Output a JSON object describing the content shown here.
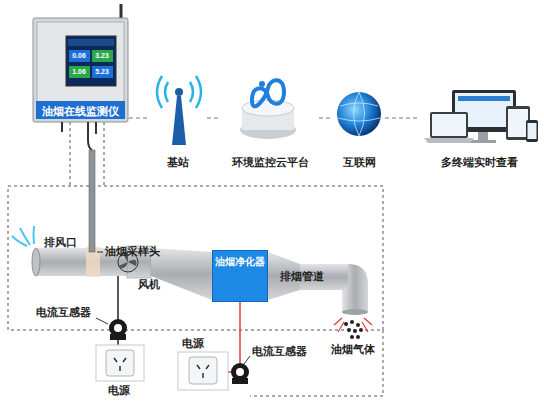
{
  "diagram": {
    "nodes": [
      {
        "text": [
          "油烟在线监测仪"
        ]
      },
      {
        "text": [
          "基站"
        ]
      },
      {
        "text": [
          "环境监控云平台"
        ]
      },
      {
        "text": [
          "互联网"
        ]
      },
      {
        "text": [
          "多终端实时查看"
        ]
      },
      {
        "text": [
          "油烟净化器"
        ]
      }
    ],
    "edges": [
      {
        "from": 0,
        "to": 1,
        "arrow": "none"
      },
      {
        "from": 1,
        "to": 2,
        "arrow": "none"
      },
      {
        "from": 2,
        "to": 3,
        "arrow": "none"
      },
      {
        "from": 3,
        "to": 4,
        "arrow": "none"
      }
    ],
    "labels": [
      "0.06",
      "3.23",
      "1.06",
      "5.23",
      "排风口",
      "油烟采样头",
      "风机",
      "排烟管道",
      "电流互感器",
      "电源",
      "电源",
      "电流互感器",
      "油烟气体"
    ]
  }
}
